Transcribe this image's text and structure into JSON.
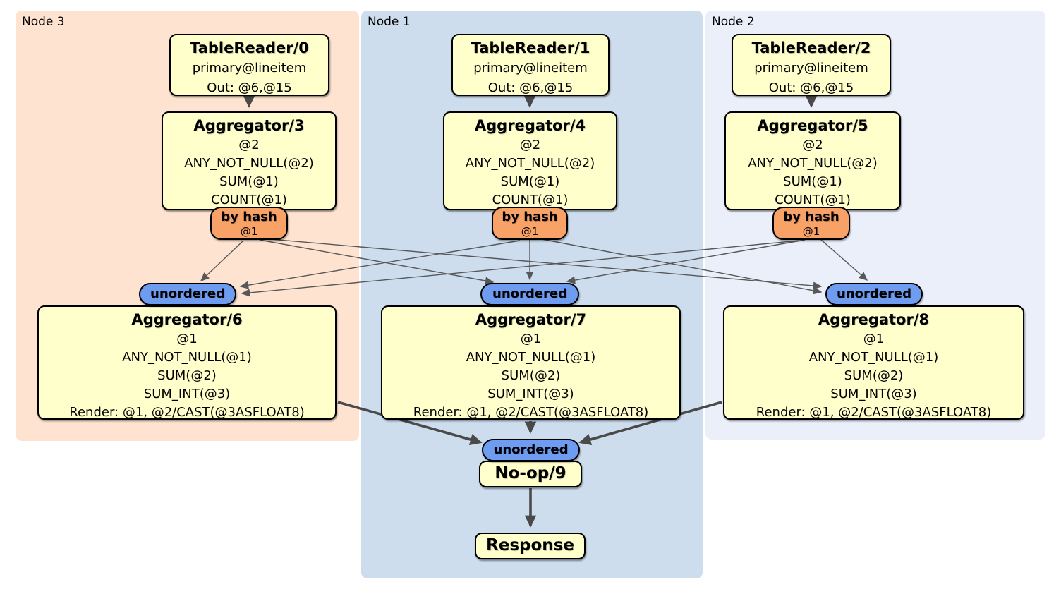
{
  "diagram": {
    "groups": [
      {
        "name": "Node 3"
      },
      {
        "name": "Node 1"
      },
      {
        "name": "Node 2"
      }
    ],
    "table_readers": [
      {
        "title": "TableReader/0",
        "source": "primary@lineitem",
        "out": "Out: @6,@15"
      },
      {
        "title": "TableReader/1",
        "source": "primary@lineitem",
        "out": "Out: @6,@15"
      },
      {
        "title": "TableReader/2",
        "source": "primary@lineitem",
        "out": "Out: @6,@15"
      }
    ],
    "stage1_aggregators": [
      {
        "title": "Aggregator/3",
        "group_by": "@2",
        "aggs": [
          "ANY_NOT_NULL(@2)",
          "SUM(@1)",
          "COUNT(@1)"
        ]
      },
      {
        "title": "Aggregator/4",
        "group_by": "@2",
        "aggs": [
          "ANY_NOT_NULL(@2)",
          "SUM(@1)",
          "COUNT(@1)"
        ]
      },
      {
        "title": "Aggregator/5",
        "group_by": "@2",
        "aggs": [
          "ANY_NOT_NULL(@2)",
          "SUM(@1)",
          "COUNT(@1)"
        ]
      }
    ],
    "routers": [
      {
        "label": "by hash",
        "column": "@1"
      },
      {
        "label": "by hash",
        "column": "@1"
      },
      {
        "label": "by hash",
        "column": "@1"
      }
    ],
    "collectors": [
      {
        "label": "unordered"
      },
      {
        "label": "unordered"
      },
      {
        "label": "unordered"
      }
    ],
    "stage2_aggregators": [
      {
        "title": "Aggregator/6",
        "group_by": "@1",
        "aggs": [
          "ANY_NOT_NULL(@1)",
          "SUM(@2)",
          "SUM_INT(@3)"
        ],
        "render": "Render: @1, @2/CAST(@3ASFLOAT8)"
      },
      {
        "title": "Aggregator/7",
        "group_by": "@1",
        "aggs": [
          "ANY_NOT_NULL(@1)",
          "SUM(@2)",
          "SUM_INT(@3)"
        ],
        "render": "Render: @1, @2/CAST(@3ASFLOAT8)"
      },
      {
        "title": "Aggregator/8",
        "group_by": "@1",
        "aggs": [
          "ANY_NOT_NULL(@1)",
          "SUM(@2)",
          "SUM_INT(@3)"
        ],
        "render": "Render: @1, @2/CAST(@3ASFLOAT8)"
      }
    ],
    "final_collector": {
      "label": "unordered"
    },
    "noop": {
      "title": "No-op/9"
    },
    "response": {
      "title": "Response"
    },
    "colors": {
      "node3_bg": "#fde3d0",
      "node1_bg": "#cddded",
      "node2_bg": "#ebeffa",
      "processor_bg": "#ffffcc",
      "router_bg": "#f8a268",
      "collector_bg": "#6d9cf1",
      "border": "#000000",
      "edge_thin": "#585858",
      "edge_thick": "#4a4a4a"
    }
  }
}
